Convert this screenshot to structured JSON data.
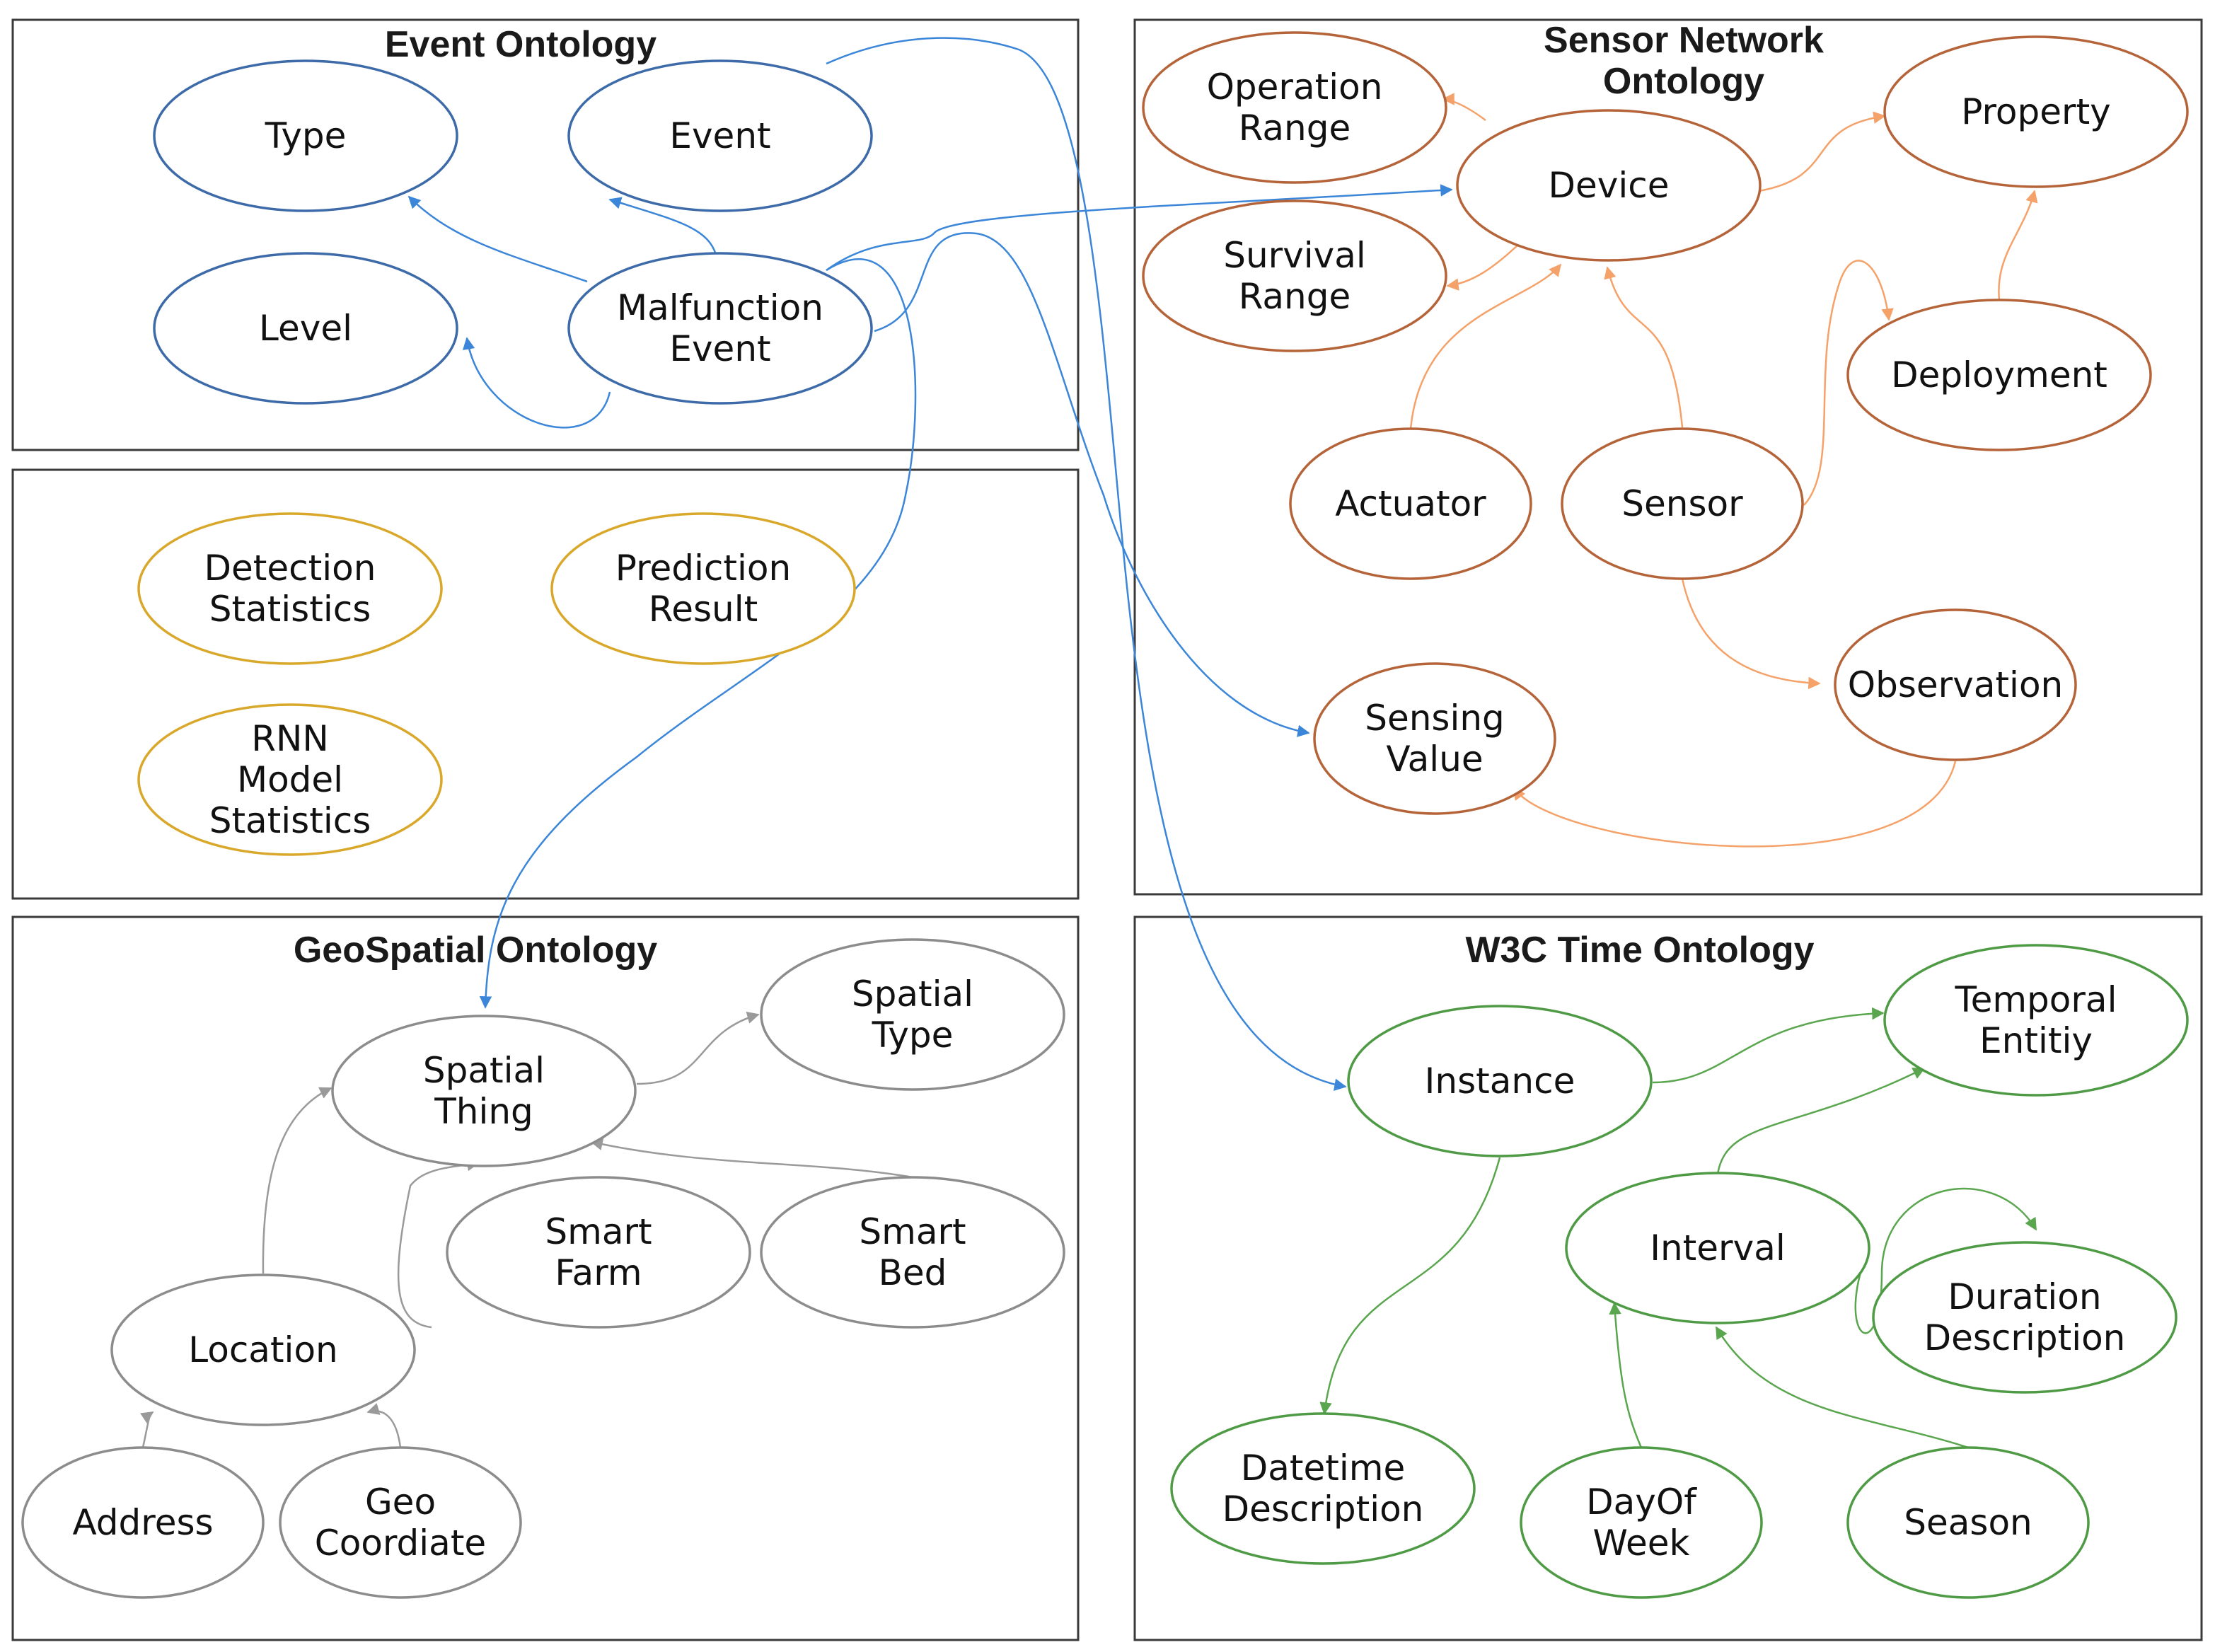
{
  "colors": {
    "event": "#3d6aa8",
    "analysis": "#d9a82a",
    "sensor": "#b5643a",
    "geo": "#8c8c8c",
    "time": "#4e9a45",
    "link_blue": "#3b86d8",
    "link_orange": "#f5a26a",
    "link_gray": "#9a9a9a",
    "link_green": "#5aa64e"
  },
  "panels": {
    "event": {
      "title": [
        "Event Ontology"
      ]
    },
    "analysis": {
      "title": []
    },
    "sensor": {
      "title": [
        "Sensor Network",
        "Ontology"
      ]
    },
    "geo": {
      "title": [
        "GeoSpatial Ontology"
      ]
    },
    "time": {
      "title": [
        "W3C Time Ontology"
      ]
    }
  },
  "nodes": {
    "type": {
      "lines": [
        "Type"
      ]
    },
    "event": {
      "lines": [
        "Event"
      ]
    },
    "level": {
      "lines": [
        "Level"
      ]
    },
    "malfunction": {
      "lines": [
        "Malfunction",
        "Event"
      ]
    },
    "detection": {
      "lines": [
        "Detection",
        "Statistics"
      ]
    },
    "prediction": {
      "lines": [
        "Prediction",
        "Result"
      ]
    },
    "rnn": {
      "lines": [
        "RNN",
        "Model",
        "Statistics"
      ]
    },
    "operation": {
      "lines": [
        "Operation",
        "Range"
      ]
    },
    "device": {
      "lines": [
        "Device"
      ]
    },
    "property": {
      "lines": [
        "Property"
      ]
    },
    "survival": {
      "lines": [
        "Survival",
        "Range"
      ]
    },
    "deployment": {
      "lines": [
        "Deployment"
      ]
    },
    "actuator": {
      "lines": [
        "Actuator"
      ]
    },
    "sensor": {
      "lines": [
        "Sensor"
      ]
    },
    "observation": {
      "lines": [
        "Observation"
      ]
    },
    "sensing": {
      "lines": [
        "Sensing",
        "Value"
      ]
    },
    "spatial_type": {
      "lines": [
        "Spatial",
        "Type"
      ]
    },
    "spatial_thing": {
      "lines": [
        "Spatial",
        "Thing"
      ]
    },
    "smart_farm": {
      "lines": [
        "Smart",
        "Farm"
      ]
    },
    "smart_bed": {
      "lines": [
        "Smart",
        "Bed"
      ]
    },
    "location": {
      "lines": [
        "Location"
      ]
    },
    "address": {
      "lines": [
        "Address"
      ]
    },
    "geo_coord": {
      "lines": [
        "Geo",
        "Coordiate"
      ]
    },
    "temporal": {
      "lines": [
        "Temporal",
        "Entitiy"
      ]
    },
    "instance": {
      "lines": [
        "Instance"
      ]
    },
    "interval": {
      "lines": [
        "Interval"
      ]
    },
    "duration": {
      "lines": [
        "Duration",
        "Description"
      ]
    },
    "datetime": {
      "lines": [
        "Datetime",
        "Description"
      ]
    },
    "dayofweek": {
      "lines": [
        "DayOf",
        "Week"
      ]
    },
    "season": {
      "lines": [
        "Season"
      ]
    }
  },
  "edges": [
    {
      "from": "malfunction",
      "to": "type",
      "color": "link_blue"
    },
    {
      "from": "malfunction",
      "to": "event",
      "color": "link_blue"
    },
    {
      "from": "malfunction",
      "to": "level",
      "color": "link_blue"
    },
    {
      "from": "malfunction",
      "to": "device",
      "color": "link_blue"
    },
    {
      "from": "malfunction",
      "to": "sensing",
      "color": "link_blue"
    },
    {
      "from": "malfunction",
      "to": "spatial_thing",
      "color": "link_blue"
    },
    {
      "from": "event",
      "to": "instance",
      "color": "link_blue"
    },
    {
      "from": "device",
      "to": "operation",
      "color": "link_orange"
    },
    {
      "from": "device",
      "to": "property",
      "color": "link_orange"
    },
    {
      "from": "device",
      "to": "survival",
      "color": "link_orange"
    },
    {
      "from": "actuator",
      "to": "device",
      "color": "link_orange"
    },
    {
      "from": "sensor",
      "to": "device",
      "color": "link_orange"
    },
    {
      "from": "sensor",
      "to": "deployment",
      "color": "link_orange"
    },
    {
      "from": "deployment",
      "to": "property",
      "color": "link_orange"
    },
    {
      "from": "sensor",
      "to": "observation",
      "color": "link_orange"
    },
    {
      "from": "observation",
      "to": "sensing",
      "color": "link_orange"
    },
    {
      "from": "spatial_thing",
      "to": "spatial_type",
      "color": "link_gray"
    },
    {
      "from": "smart_farm",
      "to": "spatial_thing",
      "color": "link_gray"
    },
    {
      "from": "smart_bed",
      "to": "spatial_thing",
      "color": "link_gray"
    },
    {
      "from": "location",
      "to": "spatial_thing",
      "color": "link_gray"
    },
    {
      "from": "address",
      "to": "location",
      "color": "link_gray"
    },
    {
      "from": "geo_coord",
      "to": "location",
      "color": "link_gray"
    },
    {
      "from": "instance",
      "to": "temporal",
      "color": "link_green"
    },
    {
      "from": "interval",
      "to": "temporal",
      "color": "link_green"
    },
    {
      "from": "interval",
      "to": "duration",
      "color": "link_green"
    },
    {
      "from": "instance",
      "to": "datetime",
      "color": "link_green"
    },
    {
      "from": "dayofweek",
      "to": "interval",
      "color": "link_green"
    },
    {
      "from": "season",
      "to": "interval",
      "color": "link_green"
    }
  ]
}
